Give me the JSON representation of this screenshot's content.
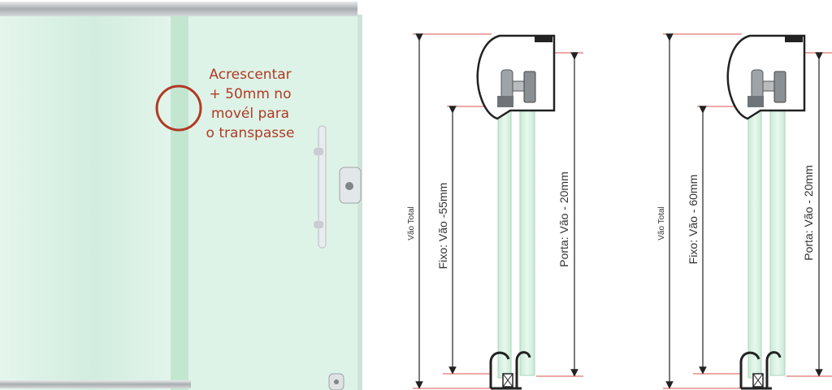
{
  "photo": {
    "annotation_lines": [
      "Acrescentar",
      "+ 50mm no",
      "movél para",
      "o transpasse"
    ],
    "colors": {
      "glass": "#d6efe2",
      "annotation": "#b03a24",
      "rail": "#b9bcbe"
    }
  },
  "diagrams": [
    {
      "total_label": "Vão Total",
      "fixed_label": "Fixo: Vão -55mm",
      "door_label": "Porta: Vão - 20mm"
    },
    {
      "total_label": "Vão Total",
      "fixed_label": "Fixo: Vão - 60mm",
      "door_label": "Porta: Vão - 20mm"
    }
  ],
  "colors": {
    "dimension_ref_line": "#d9534f",
    "glass_panel": "#d4eedd",
    "profile": "#222222"
  }
}
